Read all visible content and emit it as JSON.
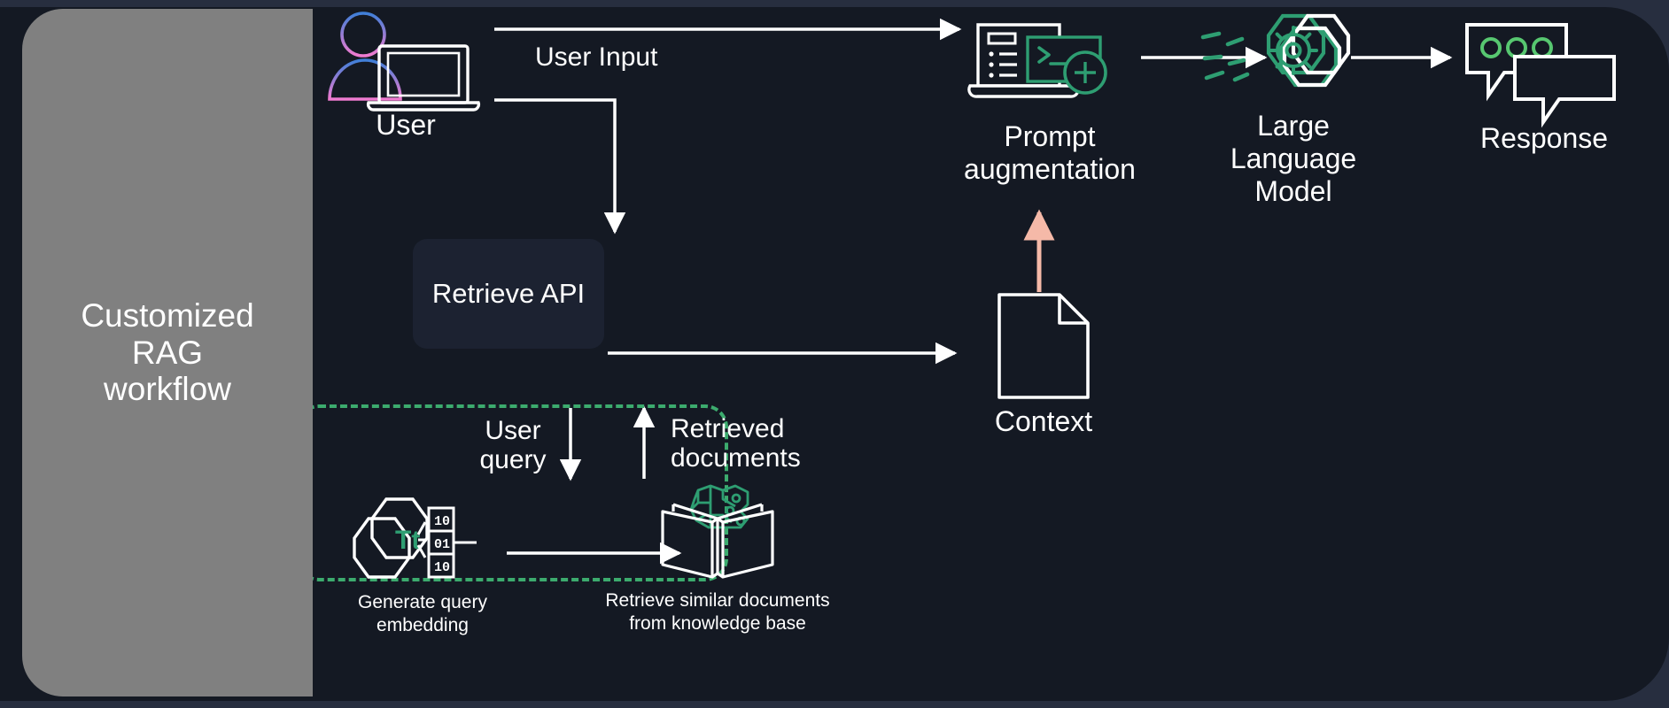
{
  "diagram": {
    "title": "Customized RAG workflow",
    "background_color": "#141923",
    "outer_color": "#272e3f",
    "panel_color": "#808080",
    "accent_green": "#3cab6e",
    "accent_salmon": "#f5b9a8",
    "accent_blue": "#4a7fd4",
    "accent_pink": "#e86fb4"
  },
  "left_panel": {
    "title": "Customized\nRAG\nworkflow"
  },
  "nodes": {
    "user": {
      "label": "User",
      "icon": "user-laptop-icon"
    },
    "retrieve_api": {
      "label": "Retrieve API"
    },
    "prompt_augmentation": {
      "label": "Prompt\naugmentation",
      "icon": "laptop-terminal-plus-icon"
    },
    "large_language_model": {
      "label": "Large\nLanguage\nModel",
      "icon": "hexagon-gear-icon"
    },
    "response": {
      "label": "Response",
      "icon": "chat-bubbles-icon"
    },
    "context": {
      "label": "Context",
      "icon": "document-lines-icon"
    },
    "generate_embedding": {
      "label": "Generate query\nembedding",
      "icon": "hexagon-tt-binary-icon"
    },
    "knowledge_base": {
      "label": "Retrieve similar documents\nfrom knowledge base",
      "icon": "open-book-brain-icon"
    }
  },
  "edges": {
    "user_input": {
      "label": "User Input",
      "from": "user",
      "to": "prompt_augmentation",
      "color": "#ffffff"
    },
    "user_to_retrieve": {
      "label": "",
      "from": "user",
      "to": "retrieve_api",
      "color": "#ffffff"
    },
    "retrieve_to_context": {
      "label": "",
      "from": "retrieve_api",
      "to": "context",
      "color": "#ffffff"
    },
    "context_to_prompt": {
      "label": "",
      "from": "context",
      "to": "prompt_augmentation",
      "color": "#f5b9a8"
    },
    "prompt_to_llm": {
      "label": "",
      "from": "prompt_augmentation",
      "to": "large_language_model",
      "color": "#ffffff"
    },
    "llm_to_response": {
      "label": "",
      "from": "large_language_model",
      "to": "response",
      "color": "#ffffff"
    },
    "user_query": {
      "label": "User\nquery",
      "from": "retrieve_api",
      "to": "generate_embedding",
      "color": "#ffffff"
    },
    "retrieved_documents": {
      "label": "Retrieved\ndocuments",
      "from": "knowledge_base",
      "to": "retrieve_api",
      "color": "#ffffff"
    },
    "embedding_to_kb": {
      "label": "",
      "from": "generate_embedding",
      "to": "knowledge_base",
      "color": "#ffffff"
    }
  },
  "group": {
    "rag_retrieval": {
      "border_style": "dashed",
      "border_color": "#3cab6e"
    }
  },
  "icon_details": {
    "binary_tiles": [
      "10",
      "01",
      "10"
    ],
    "embedding_glyph": "Tt",
    "terminal_glyph": ">_"
  }
}
